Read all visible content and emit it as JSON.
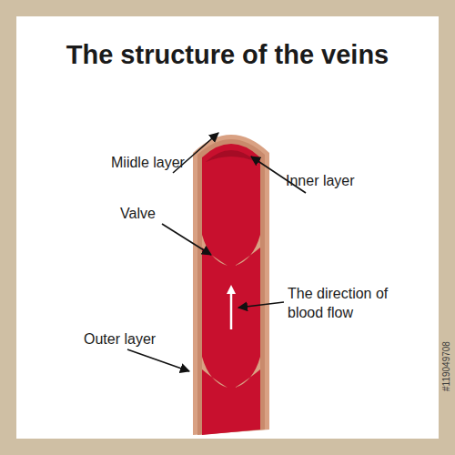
{
  "diagram": {
    "title": "The structure of the veins",
    "labels": [
      "Miidle layer",
      "Inner layer",
      "Valve",
      "The direction of blood flow",
      "Outer layer",
      "#119049708"
    ]
  }
}
